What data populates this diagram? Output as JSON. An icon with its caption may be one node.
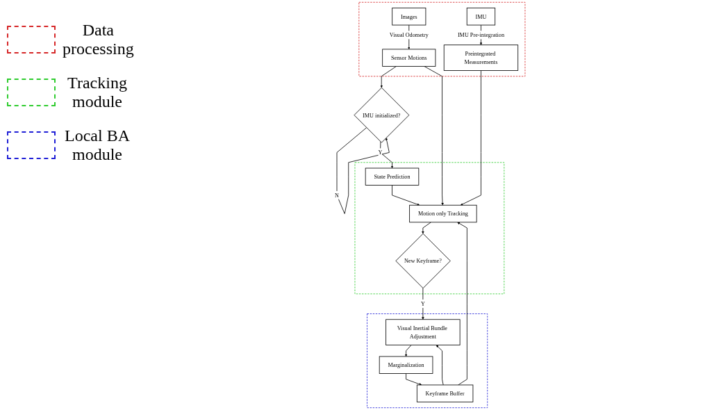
{
  "diagram": {
    "nodes": [
      {
        "text": [],
        "shape": "box"
      },
      {
        "text": [
          "Images"
        ],
        "in": 0
      },
      {
        "text": [
          "IMU"
        ],
        "in": 0
      },
      {
        "text": [
          "Sensor Motions"
        ],
        "in": 0
      },
      {
        "text": [
          "Preintegrated Measurements"
        ],
        "in": 0
      },
      {
        "text": [
          "IMU initialized?"
        ]
      },
      {
        "text": [],
        "shape": "box"
      },
      {
        "text": [
          "Visual Inertial Bundle Adjustment"
        ],
        "in": 6
      },
      {
        "text": [
          "Marginalization"
        ],
        "in": 6
      },
      {
        "text": [
          "Keyframe Buffer"
        ],
        "in": 6
      },
      {
        "text": [],
        "shape": "box"
      },
      {
        "text": [
          "State Prediction"
        ],
        "in": 10
      },
      {
        "text": [
          "Motion only Tracking"
        ],
        "in": 10
      },
      {
        "text": [
          "New Keyframe?"
        ],
        "in": 10
      }
    ],
    "edges": [
      {
        "from": 1,
        "to": 3,
        "arrow": "to",
        "label": "Visual Odometry"
      },
      {
        "from": 2,
        "to": 4,
        "arrow": "to",
        "label": "IMU Pre-integration"
      },
      {
        "from": 3,
        "to": 5,
        "arrow": "to"
      },
      {
        "from": 5,
        "to": 5,
        "arrow": "to",
        "label": "N"
      },
      {
        "from": 5,
        "to": 11,
        "arrow": "to",
        "label": "Y"
      },
      {
        "from": 3,
        "to": 12,
        "arrow": "to"
      },
      {
        "from": 4,
        "to": 12,
        "arrow": "to"
      },
      {
        "from": 11,
        "to": 12,
        "arrow": "to"
      },
      {
        "from": 9,
        "to": 12,
        "arrow": "to"
      },
      {
        "from": 12,
        "to": 13,
        "arrow": "to"
      },
      {
        "from": 13,
        "to": 7,
        "arrow": "to",
        "label": "Y"
      },
      {
        "from": 7,
        "to": 8,
        "arrow": "to"
      },
      {
        "from": 8,
        "to": 9,
        "arrow": "to"
      },
      {
        "from": 9,
        "to": 7,
        "arrow": "to"
      }
    ],
    "legend": [
      {
        "text": "Data processing"
      },
      {
        "text": "Tracking module"
      },
      {
        "text": "Local BA module"
      }
    ]
  }
}
